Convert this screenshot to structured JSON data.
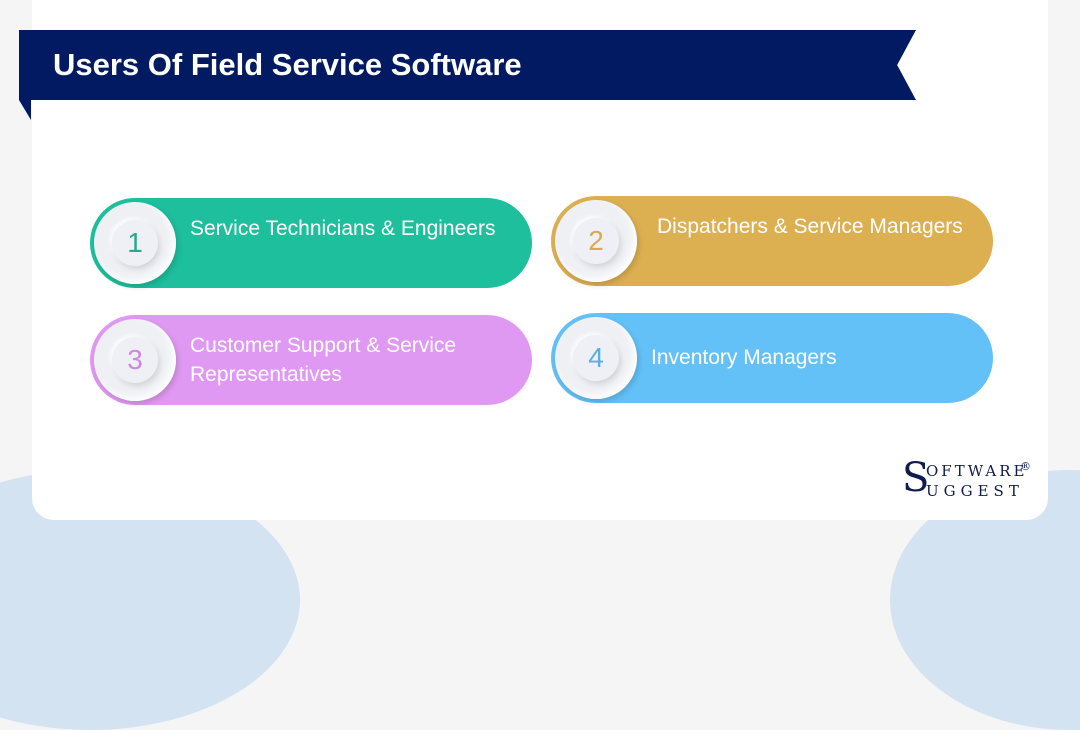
{
  "title": "Users Of Field Service Software",
  "colors": {
    "banner": "#011a61",
    "pill_1": "#1dbf9d",
    "pill_2": "#dcb051",
    "pill_3": "#e099f2",
    "pill_4": "#63c1f8"
  },
  "items": [
    {
      "number": "1",
      "label": "Service Technicians & Engineers",
      "color": "#1dbf9d",
      "num_color": "#2aa88c"
    },
    {
      "number": "2",
      "label": "Dispatchers & Service Managers",
      "color": "#dcb051",
      "num_color": "#d9ab4c"
    },
    {
      "number": "3",
      "label": "Customer Support & Service Representatives",
      "color": "#e099f2",
      "num_color": "#cf86e4"
    },
    {
      "number": "4",
      "label": "Inventory Managers",
      "color": "#63c1f8",
      "num_color": "#5aaee2"
    }
  ],
  "logo": {
    "line1": "OFTWARE",
    "line2": "UGGEST",
    "registered": "®",
    "initial1": "S",
    "initial2": "S"
  }
}
